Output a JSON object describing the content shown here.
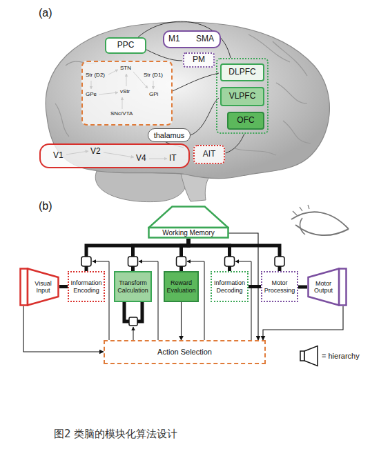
{
  "diagram": {
    "caption": "图2 类脑的模块化算法设计",
    "nodes": [
      {
        "text": [
          "PPC"
        ]
      },
      {
        "text": [
          "M1",
          "SMA"
        ]
      },
      {
        "text": [
          "PM"
        ]
      },
      {
        "text": []
      },
      {
        "text": [
          "DLPFC"
        ],
        "in": 3
      },
      {
        "text": [
          "VLPFC"
        ],
        "in": 3
      },
      {
        "text": [
          "OFC"
        ],
        "in": 3
      },
      {
        "text": [
          "Str (D2)",
          "STN",
          "Str (D1)",
          "GPe",
          "vStr",
          "GPi",
          "SNc/VTA"
        ]
      },
      {
        "text": [
          "thalamus"
        ]
      },
      {
        "text": [
          "V1",
          "V2",
          "V4",
          "IT"
        ]
      },
      {
        "text": [
          "AIT"
        ]
      },
      {
        "text": [
          "Working Memory"
        ]
      },
      {
        "text": [
          "Visual Input"
        ]
      },
      {
        "text": [
          "Information Encoding"
        ]
      },
      {
        "text": [
          "Transform Calculation"
        ]
      },
      {
        "text": [
          "Reward Evaluation"
        ]
      },
      {
        "text": [
          "Information Decoding"
        ]
      },
      {
        "text": [
          "Motor Processing"
        ]
      },
      {
        "text": [
          "Motor Output"
        ]
      },
      {
        "text": [
          "Action Selection"
        ]
      }
    ],
    "edges": [
      {
        "from": 12,
        "to": 13,
        "arrow": "none"
      },
      {
        "from": 16,
        "to": 17,
        "arrow": "none"
      },
      {
        "from": 17,
        "to": 18,
        "arrow": "none"
      },
      {
        "from": 11,
        "to": 13,
        "arrow": "none"
      },
      {
        "from": 11,
        "to": 14,
        "arrow": "none"
      },
      {
        "from": 11,
        "to": 15,
        "arrow": "none"
      },
      {
        "from": 11,
        "to": 16,
        "arrow": "none"
      },
      {
        "from": 11,
        "to": 17,
        "arrow": "none"
      },
      {
        "from": 12,
        "to": 19,
        "arrow": "to"
      },
      {
        "from": 15,
        "to": 19,
        "arrow": "to"
      },
      {
        "from": 11,
        "to": 19,
        "arrow": "to"
      },
      {
        "from": 18,
        "to": 19,
        "arrow": "to"
      }
    ],
    "labels": [
      "(a)",
      "(b)"
    ],
    "legend": [
      {
        "text": "= hierarchy"
      }
    ]
  }
}
